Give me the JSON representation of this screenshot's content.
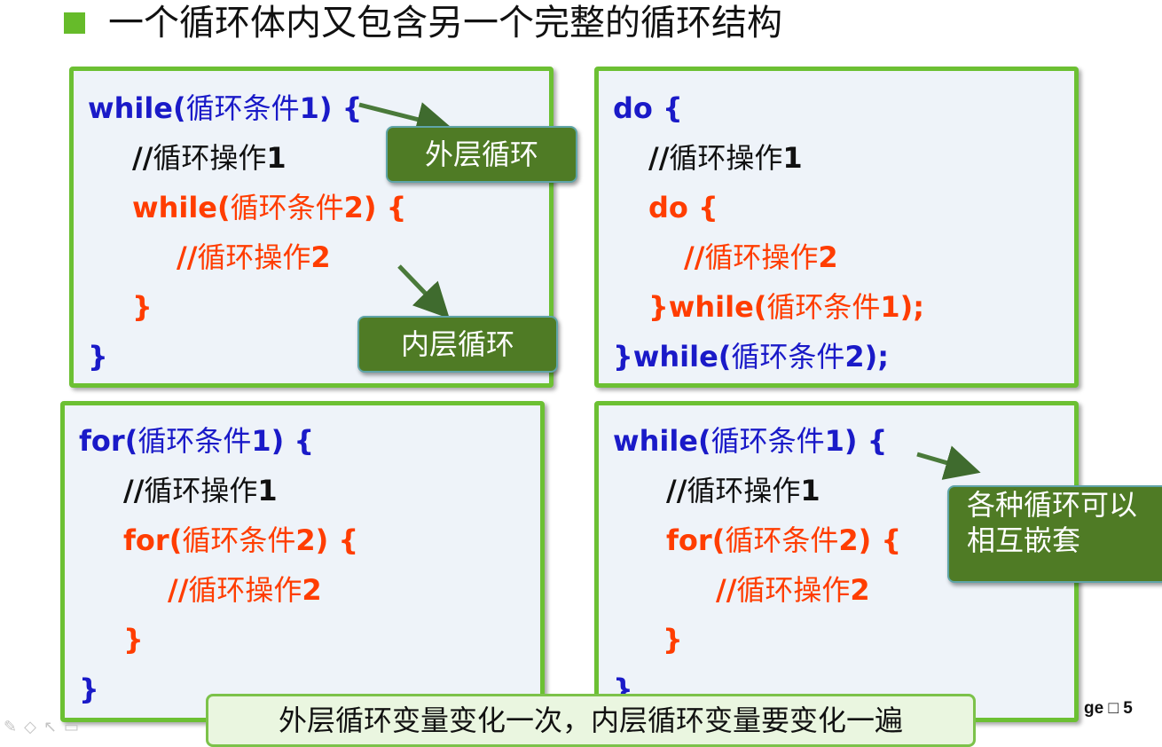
{
  "title": "一个循环体内又包含另一个完整的循环结构",
  "boxes": [
    {
      "lines": [
        {
          "kw": "while(",
          "cn": "循环条件",
          "tail": "1) {"
        },
        {
          "kw": "//",
          "cn": "循环操作",
          "tail": "1"
        },
        {
          "kw": "while(",
          "cn": "循环条件",
          "tail": "2) {"
        },
        {
          "kw": "//",
          "cn": "循环操作",
          "tail": "2"
        },
        {
          "kw": "}"
        },
        {
          "kw": "}"
        }
      ]
    },
    {
      "lines": [
        {
          "kw": "do {"
        },
        {
          "kw": "//",
          "cn": "循环操作",
          "tail": "1"
        },
        {
          "kw": "do {"
        },
        {
          "kw": "//",
          "cn": "循环操作",
          "tail": "2"
        },
        {
          "kw": "}while(",
          "cn": "循环条件",
          "tail": "1);"
        },
        {
          "kw": "}while(",
          "cn": "循环条件",
          "tail": "2);"
        }
      ]
    },
    {
      "lines": [
        {
          "kw": "for(",
          "cn": "循环条件",
          "tail": "1) {"
        },
        {
          "kw": "//",
          "cn": "循环操作",
          "tail": "1"
        },
        {
          "kw": "for(",
          "cn": "循环条件",
          "tail": "2) {"
        },
        {
          "kw": "//",
          "cn": "循环操作",
          "tail": "2"
        },
        {
          "kw": "}"
        },
        {
          "kw": "}"
        }
      ]
    },
    {
      "lines": [
        {
          "kw": "while(",
          "cn": "循环条件",
          "tail": "1) {"
        },
        {
          "kw": "//",
          "cn": "循环操作",
          "tail": "1"
        },
        {
          "kw": "for(",
          "cn": "循环条件",
          "tail": "2) {"
        },
        {
          "kw": "//",
          "cn": "循环操作",
          "tail": "2"
        },
        {
          "kw": "}"
        },
        {
          "kw": "}"
        }
      ]
    }
  ],
  "callouts": {
    "outer": "外层循环",
    "inner": "内层循环",
    "mixed_line1": "各种循环可以",
    "mixed_line2": "相互嵌套"
  },
  "bottom_note": "外层循环变量变化一次，内层循环变量要变化一遍",
  "page_label": "ge □ 5",
  "colors": {
    "outer_code": "#1a1ac8",
    "comment": "#111111",
    "inner_code": "#ff3d00",
    "border": "#6cc033",
    "callout_bg": "#4f7b25"
  },
  "toolbar_icons": [
    "pen-icon",
    "eraser-icon",
    "pointer-icon",
    "camera-icon"
  ]
}
